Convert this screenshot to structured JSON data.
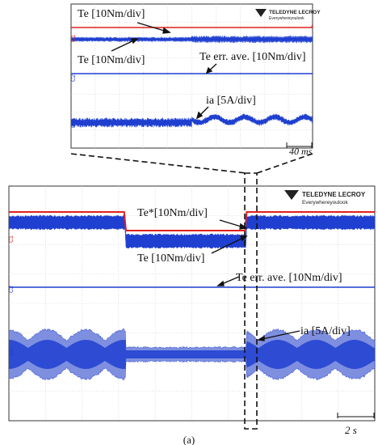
{
  "caption": "(a)",
  "brand": {
    "name": "TELEDYNE LECROY",
    "tagline": "Everywhereyoulook"
  },
  "channel_markers": [
    "C1",
    "C2",
    "C3"
  ],
  "colors": {
    "torque_ref": "#e02020",
    "torque": "#1f3fd0",
    "error_avg": "#1f3fd0",
    "current": "#1f3fd0",
    "grid": "#c8c8c8"
  },
  "chart_data": [
    {
      "type": "line",
      "title": "zoomed view",
      "time_scale": "40 ms",
      "labels": {
        "te_ref": "Te [10Nm/div]",
        "te": "Te [10Nm/div]",
        "te_err": "Te err. ave. [10Nm/div]",
        "ia": "ia [5A/div]"
      },
      "series": [
        {
          "name": "Te*",
          "channel": "C1",
          "x": [
            0,
            5,
            10
          ],
          "y": [
            0,
            0,
            0.5
          ]
        },
        {
          "name": "Te",
          "channel": "C1",
          "x": [
            0,
            5,
            10
          ],
          "y": [
            -0.4,
            -0.4,
            0
          ]
        },
        {
          "name": "Te err. ave.",
          "channel": "C2",
          "x": [
            0,
            10
          ],
          "y": [
            0,
            0
          ]
        },
        {
          "name": "ia",
          "channel": "C3",
          "x": [
            0,
            5,
            10
          ],
          "y": [
            0.6,
            0.6,
            2.0
          ]
        }
      ],
      "xlim": [
        0,
        10
      ],
      "grid": true
    },
    {
      "type": "line",
      "title": "full view",
      "time_scale": "2 s",
      "labels": {
        "te_ref": "Te*[10Nm/div]",
        "te": "Te [10Nm/div]",
        "te_err": "Te err. ave. [10Nm/div]",
        "ia": "ia [5A/div]"
      },
      "series": [
        {
          "name": "Te*",
          "channel": "C1",
          "x": [
            0,
            3.2,
            3.2,
            6.5,
            6.5,
            10
          ],
          "y": [
            0,
            0,
            -0.4,
            -0.4,
            0,
            0
          ]
        },
        {
          "name": "Te",
          "channel": "C1",
          "x": [
            0,
            3.2,
            3.2,
            6.5,
            6.5,
            10
          ],
          "y": [
            0,
            0,
            -0.4,
            -0.4,
            0,
            0
          ]
        },
        {
          "name": "Te err. ave.",
          "channel": "C2",
          "x": [
            0,
            10
          ],
          "y": [
            0,
            0
          ]
        },
        {
          "name": "ia",
          "channel": "C3",
          "x": [
            0,
            3.2,
            3.2,
            6.5,
            6.5,
            10
          ],
          "y": [
            1.5,
            1.5,
            0.4,
            0.4,
            1.5,
            1.5
          ]
        }
      ],
      "xlim": [
        0,
        10
      ],
      "grid": true
    }
  ]
}
